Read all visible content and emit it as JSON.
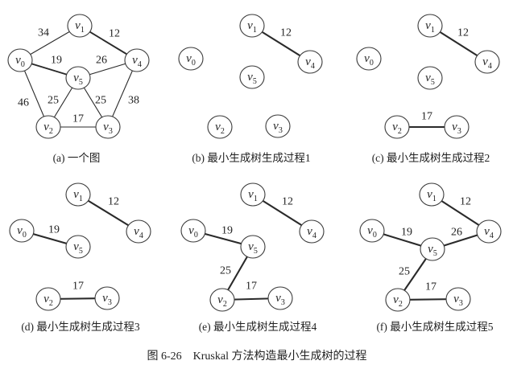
{
  "figure_caption": "图 6-26　Kruskal 方法构造最小生成树的过程",
  "nodes": [
    {
      "letter": "v",
      "sub": "0"
    },
    {
      "letter": "v",
      "sub": "1"
    },
    {
      "letter": "v",
      "sub": "2"
    },
    {
      "letter": "v",
      "sub": "3"
    },
    {
      "letter": "v",
      "sub": "4"
    },
    {
      "letter": "v",
      "sub": "5"
    }
  ],
  "panels": [
    {
      "caption": "(a) 一个图",
      "edges": [
        {
          "ends": [
            0,
            1
          ],
          "weight": 34
        },
        {
          "ends": [
            1,
            4
          ],
          "weight": 12
        },
        {
          "ends": [
            0,
            5
          ],
          "weight": 19
        },
        {
          "ends": [
            5,
            4
          ],
          "weight": 26
        },
        {
          "ends": [
            0,
            2
          ],
          "weight": 46
        },
        {
          "ends": [
            5,
            2
          ],
          "weight": 25
        },
        {
          "ends": [
            5,
            3
          ],
          "weight": 25
        },
        {
          "ends": [
            4,
            3
          ],
          "weight": 38
        },
        {
          "ends": [
            2,
            3
          ],
          "weight": 17
        }
      ]
    },
    {
      "caption": "(b) 最小生成树生成过程1",
      "edges": [
        {
          "ends": [
            1,
            4
          ],
          "weight": 12
        }
      ]
    },
    {
      "caption": "(c) 最小生成树生成过程2",
      "edges": [
        {
          "ends": [
            1,
            4
          ],
          "weight": 12
        },
        {
          "ends": [
            2,
            3
          ],
          "weight": 17
        }
      ]
    },
    {
      "caption": "(d) 最小生成树生成过程3",
      "edges": [
        {
          "ends": [
            1,
            4
          ],
          "weight": 12
        },
        {
          "ends": [
            0,
            5
          ],
          "weight": 19
        },
        {
          "ends": [
            2,
            3
          ],
          "weight": 17
        }
      ]
    },
    {
      "caption": "(e) 最小生成树生成过程4",
      "edges": [
        {
          "ends": [
            1,
            4
          ],
          "weight": 12
        },
        {
          "ends": [
            0,
            5
          ],
          "weight": 19
        },
        {
          "ends": [
            5,
            2
          ],
          "weight": 25
        },
        {
          "ends": [
            2,
            3
          ],
          "weight": 17
        }
      ]
    },
    {
      "caption": "(f) 最小生成树生成过程5",
      "edges": [
        {
          "ends": [
            1,
            4
          ],
          "weight": 12
        },
        {
          "ends": [
            0,
            5
          ],
          "weight": 19
        },
        {
          "ends": [
            5,
            4
          ],
          "weight": 26
        },
        {
          "ends": [
            5,
            2
          ],
          "weight": 25
        },
        {
          "ends": [
            2,
            3
          ],
          "weight": 17
        }
      ]
    }
  ]
}
